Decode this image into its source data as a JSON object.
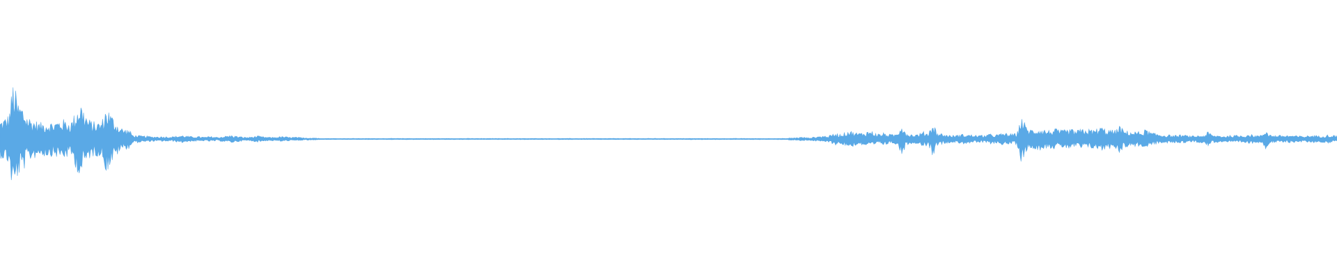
{
  "waveform": {
    "color": "#5aa9e6",
    "background": "#ffffff",
    "amplitude_envelope": [
      0.3,
      0.34,
      0.4,
      0.95,
      0.6,
      0.55,
      0.4,
      0.33,
      0.3,
      0.26,
      0.28,
      0.28,
      0.27,
      0.3,
      0.32,
      0.3,
      0.28,
      0.44,
      0.64,
      0.45,
      0.32,
      0.28,
      0.27,
      0.3,
      0.55,
      0.4,
      0.3,
      0.2,
      0.16,
      0.16,
      0.06,
      0.06,
      0.05,
      0.05,
      0.04,
      0.04,
      0.04,
      0.04,
      0.04,
      0.04,
      0.05,
      0.06,
      0.05,
      0.04,
      0.04,
      0.04,
      0.03,
      0.04,
      0.04,
      0.03,
      0.04,
      0.05,
      0.06,
      0.05,
      0.04,
      0.03,
      0.03,
      0.04,
      0.05,
      0.04,
      0.03,
      0.03,
      0.03,
      0.04,
      0.04,
      0.03,
      0.03,
      0.03,
      0.02,
      0.02,
      0.02,
      0.02,
      0.01,
      0.01,
      0.01,
      0.01,
      0.01,
      0.01,
      0.01,
      0.01,
      0.01,
      0.01,
      0.01,
      0.01,
      0.01,
      0.01,
      0.01,
      0.01,
      0.01,
      0.01,
      0.01,
      0.01,
      0.01,
      0.01,
      0.01,
      0.01,
      0.01,
      0.01,
      0.01,
      0.01,
      0.01,
      0.01,
      0.01,
      0.01,
      0.01,
      0.01,
      0.01,
      0.01,
      0.01,
      0.01,
      0.01,
      0.01,
      0.01,
      0.01,
      0.01,
      0.01,
      0.01,
      0.01,
      0.01,
      0.01,
      0.01,
      0.01,
      0.01,
      0.01,
      0.01,
      0.01,
      0.01,
      0.01,
      0.01,
      0.01,
      0.01,
      0.01,
      0.01,
      0.01,
      0.01,
      0.01,
      0.01,
      0.01,
      0.01,
      0.01,
      0.01,
      0.01,
      0.01,
      0.01,
      0.01,
      0.01,
      0.01,
      0.01,
      0.01,
      0.01,
      0.01,
      0.01,
      0.01,
      0.01,
      0.01,
      0.01,
      0.01,
      0.01,
      0.01,
      0.01,
      0.01,
      0.01,
      0.01,
      0.01,
      0.01,
      0.01,
      0.01,
      0.01,
      0.01,
      0.01,
      0.01,
      0.01,
      0.01,
      0.01,
      0.01,
      0.01,
      0.01,
      0.01,
      0.02,
      0.02,
      0.03,
      0.03,
      0.02,
      0.03,
      0.04,
      0.05,
      0.05,
      0.06,
      0.1,
      0.08,
      0.1,
      0.14,
      0.12,
      0.1,
      0.1,
      0.12,
      0.14,
      0.1,
      0.08,
      0.1,
      0.08,
      0.07,
      0.09,
      0.28,
      0.1,
      0.08,
      0.07,
      0.09,
      0.12,
      0.1,
      0.28,
      0.1,
      0.09,
      0.07,
      0.06,
      0.06,
      0.07,
      0.08,
      0.07,
      0.07,
      0.06,
      0.06,
      0.07,
      0.08,
      0.07,
      0.08,
      0.1,
      0.09,
      0.08,
      0.1,
      0.4,
      0.2,
      0.16,
      0.16,
      0.18,
      0.16,
      0.14,
      0.16,
      0.16,
      0.14,
      0.15,
      0.16,
      0.14,
      0.15,
      0.17,
      0.16,
      0.15,
      0.17,
      0.2,
      0.16,
      0.15,
      0.14,
      0.22,
      0.14,
      0.13,
      0.12,
      0.12,
      0.12,
      0.16,
      0.11,
      0.09,
      0.08,
      0.07,
      0.07,
      0.06,
      0.06,
      0.07,
      0.06,
      0.05,
      0.05,
      0.06,
      0.06,
      0.12,
      0.06,
      0.06,
      0.05,
      0.05,
      0.06,
      0.06,
      0.06,
      0.06,
      0.08,
      0.07,
      0.06,
      0.06,
      0.16,
      0.07,
      0.06,
      0.06,
      0.06,
      0.06,
      0.06,
      0.05,
      0.05,
      0.05,
      0.06,
      0.06,
      0.05,
      0.06,
      0.07,
      0.06,
      0.06
    ]
  }
}
